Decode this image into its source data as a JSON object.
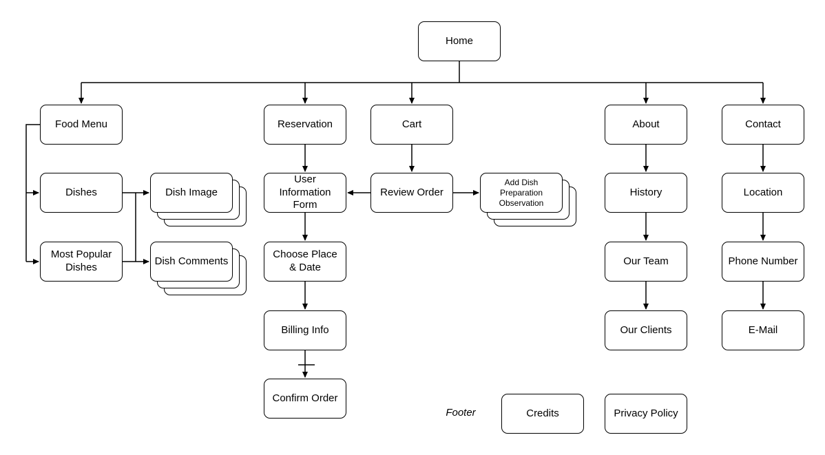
{
  "nodes": {
    "home": "Home",
    "food_menu": "Food Menu",
    "reservation": "Reservation",
    "cart": "Cart",
    "about": "About",
    "contact": "Contact",
    "dishes": "Dishes",
    "dish_image": "Dish Image",
    "most_popular_dishes": "Most Popular\nDishes",
    "dish_comments": "Dish Comments",
    "user_information_form": "User\nInformation\nForm",
    "review_order": "Review Order",
    "add_dish_preparation_observation": "Add Dish\nPreparation\nObservation",
    "choose_place_date": "Choose Place\n& Date",
    "billing_info": "Billing Info",
    "confirm_order": "Confirm Order",
    "history": "History",
    "our_team": "Our Team",
    "our_clients": "Our Clients",
    "location": "Location",
    "phone_number": "Phone Number",
    "email": "E-Mail",
    "credits": "Credits",
    "privacy_policy": "Privacy Policy"
  },
  "footer": {
    "label": "Footer"
  },
  "colors": {
    "stroke": "#000000",
    "fill": "#ffffff",
    "text": "#000000",
    "background": "#ffffff"
  }
}
